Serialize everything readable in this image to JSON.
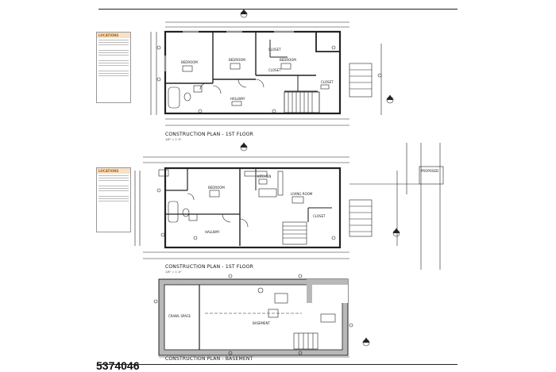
{
  "listing_id": "5374046",
  "captions": {
    "first_floor": "CONSTRUCTION PLAN - 1ST FLOOR",
    "ground_floor": "CONSTRUCTION PLAN - 1ST FLOOR",
    "basement": "CONSTRUCTION PLAN - BASEMENT",
    "scale": "1/8\" = 1'-0\""
  },
  "notes_header": "LOCATIONS",
  "rooms": {
    "upper_bedroom_1": "BEDROOM",
    "upper_bedroom_2": "BEDROOM",
    "upper_bedroom_3": "BEDROOM",
    "upper_closet_1": "CLOSET",
    "upper_closet_2": "CLOSET",
    "upper_closet_3": "CLOSET",
    "upper_hallway": "HALLWAY",
    "lower_bedroom": "BEDROOM",
    "lower_kitchen": "KITCHEN",
    "lower_living": "LIVING ROOM",
    "lower_hallway": "HALLWAY",
    "lower_closet": "CLOSET",
    "crawl_space": "CRAWL SPACE",
    "basement": "BASEMENT",
    "proposed_note": "PROPOSED"
  }
}
